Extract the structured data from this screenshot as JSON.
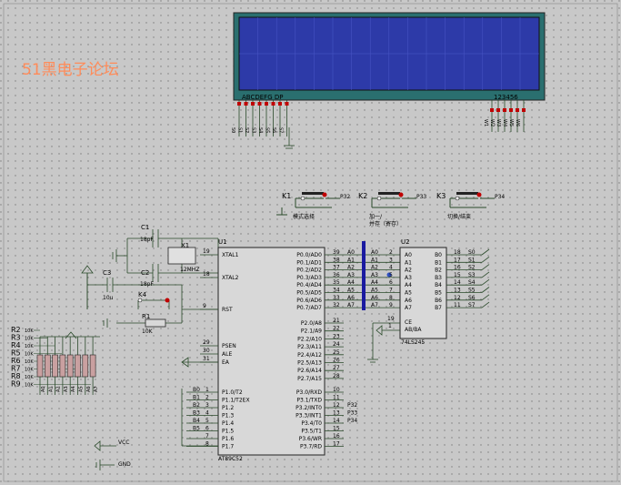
{
  "watermark": "51黑电子论坛",
  "lcd": {
    "left_pins": "ABCDEFG DP",
    "right_pins": "123456",
    "bottom_left_labels": [
      "S0",
      "S1",
      "S2",
      "S3",
      "S4",
      "S5",
      "S6",
      "S7"
    ],
    "bottom_right_labels": [
      "W1",
      "W2",
      "W3",
      "W4",
      "W5",
      "W6"
    ]
  },
  "keys": [
    {
      "ref": "K1",
      "net": "P32",
      "caption": "模式选择"
    },
    {
      "ref": "K2",
      "net": "P33",
      "caption": "加一/\n并存（寄存）"
    },
    {
      "ref": "K3",
      "net": "P34",
      "caption": "切换/结束"
    }
  ],
  "mcu": {
    "ref": "U1",
    "part": "AT89C52",
    "left_pins": [
      {
        "num": "19",
        "name": "XTAL1"
      },
      {
        "num": "18",
        "name": "XTAL2"
      },
      {
        "num": "9",
        "name": "RST"
      },
      {
        "num": "29",
        "name": "PSEN"
      },
      {
        "num": "30",
        "name": "ALE"
      },
      {
        "num": "31",
        "name": "EA"
      }
    ],
    "p1_pins": [
      {
        "num": "1",
        "name": "P1.0/T2",
        "net": "B0"
      },
      {
        "num": "2",
        "name": "P1.1/T2EX",
        "net": "B1"
      },
      {
        "num": "3",
        "name": "P1.2",
        "net": "B2"
      },
      {
        "num": "4",
        "name": "P1.3",
        "net": "B3"
      },
      {
        "num": "5",
        "name": "P1.4",
        "net": "B4"
      },
      {
        "num": "6",
        "name": "P1.5",
        "net": "B5"
      },
      {
        "num": "7",
        "name": "P1.6",
        "net": ""
      },
      {
        "num": "8",
        "name": "P1.7",
        "net": ""
      }
    ],
    "p0_pins": [
      {
        "num": "39",
        "name": "P0.0/AD0",
        "net": "A0"
      },
      {
        "num": "38",
        "name": "P0.1/AD1",
        "net": "A1"
      },
      {
        "num": "37",
        "name": "P0.2/AD2",
        "net": "A2"
      },
      {
        "num": "36",
        "name": "P0.3/AD3",
        "net": "A3"
      },
      {
        "num": "35",
        "name": "P0.4/AD4",
        "net": "A4"
      },
      {
        "num": "34",
        "name": "P0.5/AD5",
        "net": "A5"
      },
      {
        "num": "33",
        "name": "P0.6/AD6",
        "net": "A6"
      },
      {
        "num": "32",
        "name": "P0.7/AD7",
        "net": "A7"
      }
    ],
    "p2_pins": [
      {
        "num": "21",
        "name": "P2.0/A8"
      },
      {
        "num": "22",
        "name": "P2.1/A9"
      },
      {
        "num": "23",
        "name": "P2.2/A10"
      },
      {
        "num": "24",
        "name": "P2.3/A11"
      },
      {
        "num": "25",
        "name": "P2.4/A12"
      },
      {
        "num": "26",
        "name": "P2.5/A13"
      },
      {
        "num": "27",
        "name": "P2.6/A14"
      },
      {
        "num": "28",
        "name": "P2.7/A15"
      }
    ],
    "p3_pins": [
      {
        "num": "10",
        "name": "P3.0/RXD",
        "net": ""
      },
      {
        "num": "11",
        "name": "P3.1/TXD",
        "net": ""
      },
      {
        "num": "12",
        "name": "P3.2/INT0",
        "net": "P32"
      },
      {
        "num": "13",
        "name": "P3.3/INT1",
        "net": "P33"
      },
      {
        "num": "14",
        "name": "P3.4/T0",
        "net": "P34"
      },
      {
        "num": "15",
        "name": "P3.5/T1",
        "net": ""
      },
      {
        "num": "16",
        "name": "P3.6/WR",
        "net": ""
      },
      {
        "num": "17",
        "name": "P3.7/RD",
        "net": ""
      }
    ]
  },
  "buffer": {
    "ref": "U2",
    "part": "74LS245",
    "a_pins": [
      "A0",
      "A1",
      "A2",
      "A3",
      "A4",
      "A5",
      "A6",
      "A7"
    ],
    "a_nums": [
      "2",
      "3",
      "4",
      "5",
      "6",
      "7",
      "8",
      "9"
    ],
    "b_pins": [
      "B0",
      "B1",
      "B2",
      "B3",
      "B4",
      "B5",
      "B6",
      "B7"
    ],
    "b_nums": [
      "18",
      "17",
      "16",
      "15",
      "14",
      "13",
      "12",
      "11"
    ],
    "b_nets": [
      "S0",
      "S1",
      "S2",
      "S3",
      "S4",
      "S5",
      "S6",
      "S7"
    ],
    "ce": {
      "num": "19",
      "name": "CE"
    },
    "dir": {
      "num": "1",
      "name": "AB/BA"
    }
  },
  "components": {
    "c1": {
      "ref": "C1",
      "val": "18pF"
    },
    "c2": {
      "ref": "C2",
      "val": "18pF"
    },
    "c3": {
      "ref": "C3",
      "val": "10u"
    },
    "x1": {
      "ref": "X1",
      "val": "12MHZ"
    },
    "k4": {
      "ref": "K4"
    },
    "r1": {
      "ref": "R1",
      "val": "10K"
    }
  },
  "resistors": [
    {
      "ref": "R2",
      "val": "10K"
    },
    {
      "ref": "R3",
      "val": "10K"
    },
    {
      "ref": "R4",
      "val": "10K"
    },
    {
      "ref": "R5",
      "val": "10K"
    },
    {
      "ref": "R6",
      "val": "10K"
    },
    {
      "ref": "R7",
      "val": "10K"
    },
    {
      "ref": "R8",
      "val": "10K"
    },
    {
      "ref": "R9",
      "val": "10K"
    }
  ],
  "resistor_nets": [
    "A0",
    "A1",
    "A2",
    "A3",
    "A4",
    "A5",
    "A6",
    "A7"
  ],
  "power": {
    "vcc": "VCC",
    "gnd": "GND"
  },
  "colors": {
    "background": "#c8c8c8",
    "wire": "#2a4a2a",
    "chip": "#d8d8d8",
    "lcd": "#2d3aa8",
    "bus": "#1a1aa0",
    "watermark": "#ff8c5a"
  }
}
